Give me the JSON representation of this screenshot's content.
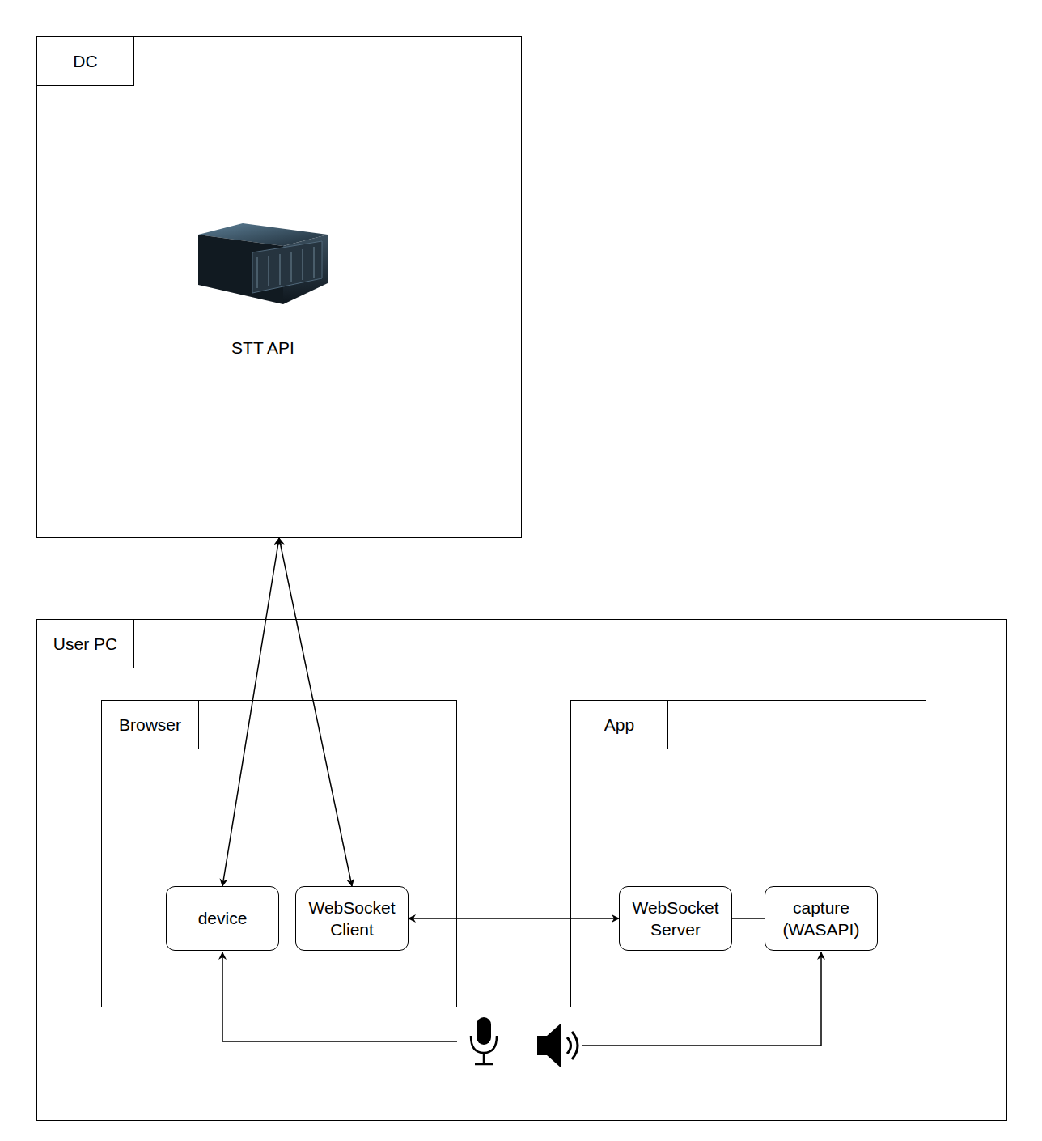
{
  "diagram": {
    "nodes": [
      {
        "text": [
          "DC"
        ]
      },
      {
        "text": [
          "User PC"
        ]
      },
      {
        "text": [
          "Browser"
        ],
        "in": 1
      },
      {
        "text": [
          "device"
        ],
        "in": 2
      },
      {
        "text": [
          "WebSocket Client"
        ],
        "in": 2
      },
      {
        "text": [
          "App"
        ],
        "in": 1
      },
      {
        "text": [
          "WebSocket Server"
        ],
        "in": 5
      },
      {
        "text": [
          "capture (WASAPI)"
        ],
        "in": 5
      }
    ],
    "edges": [
      {
        "from": 0,
        "to": 3,
        "arrow": "both"
      },
      {
        "from": 0,
        "to": 4,
        "arrow": "both"
      },
      {
        "from": 4,
        "to": 6,
        "arrow": "both"
      },
      {
        "from": 6,
        "to": 7,
        "arrow": "none"
      }
    ],
    "labels": [
      "STT API"
    ]
  }
}
